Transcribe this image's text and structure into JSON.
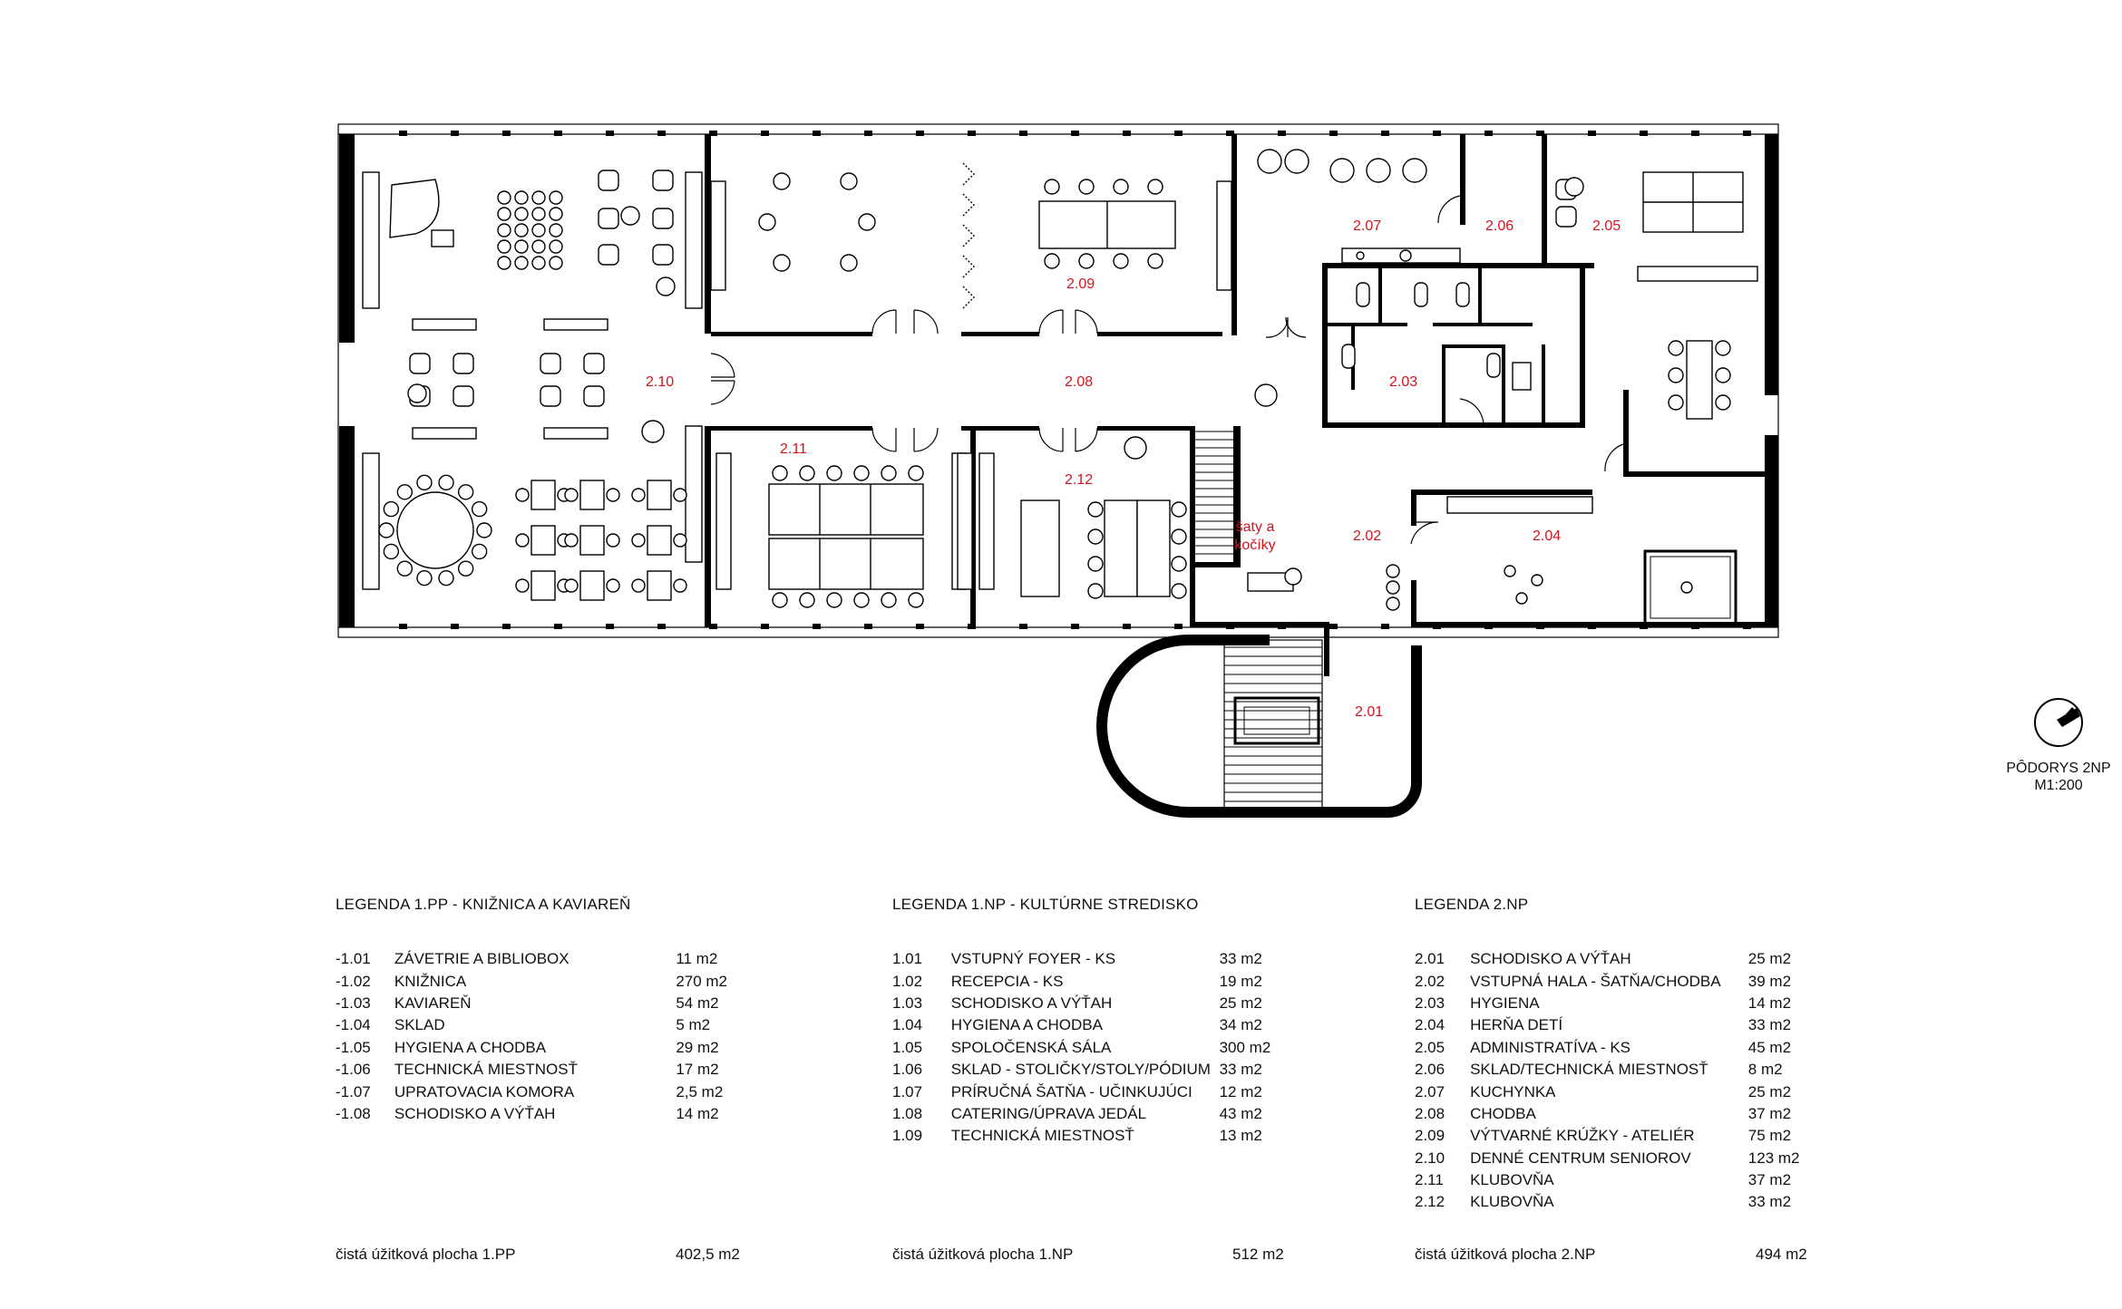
{
  "drawing": {
    "rooms": [
      {
        "id": "2.01"
      },
      {
        "id": "2.02"
      },
      {
        "id": "2.03"
      },
      {
        "id": "2.04"
      },
      {
        "id": "2.05"
      },
      {
        "id": "2.06"
      },
      {
        "id": "2.07"
      },
      {
        "id": "2.08"
      },
      {
        "id": "2.09"
      },
      {
        "id": "2.10"
      },
      {
        "id": "2.11"
      },
      {
        "id": "2.12"
      }
    ],
    "wardrobe_label": [
      "šaty a",
      "kočíky"
    ],
    "room_label_color": "#d4141c",
    "wall_color": "#000000"
  },
  "north_arrow": {
    "title": "PÔDORYS 2NP",
    "scale": "M1:200",
    "icon": "north-arrow-icon"
  },
  "legends": [
    {
      "title": "LEGENDA 1.PP - KNIŽNICA A KAVIAREŇ",
      "rows": [
        {
          "code": "-1.01",
          "name": "ZÁVETRIE A BIBLIOBOX",
          "area": "11 m2"
        },
        {
          "code": "-1.02",
          "name": "KNIŽNICA",
          "area": "270 m2"
        },
        {
          "code": "-1.03",
          "name": "KAVIAREŇ",
          "area": "54 m2"
        },
        {
          "code": "-1.04",
          "name": "SKLAD",
          "area": "5 m2"
        },
        {
          "code": "-1.05",
          "name": "HYGIENA A CHODBA",
          "area": "29 m2"
        },
        {
          "code": "-1.06",
          "name": "TECHNICKÁ MIESTNOSŤ",
          "area": "17 m2"
        },
        {
          "code": "-1.07",
          "name": "UPRATOVACIA KOMORA",
          "area": "2,5 m2"
        },
        {
          "code": "-1.08",
          "name": "SCHODISKO A VÝŤAH",
          "area": "14 m2"
        }
      ],
      "total_label": "čistá úžitková plocha 1.PP",
      "total_value": "402,5 m2"
    },
    {
      "title": "LEGENDA 1.NP - KULTÚRNE STREDISKO",
      "rows": [
        {
          "code": "1.01",
          "name": "VSTUPNÝ FOYER - KS",
          "area": "33 m2"
        },
        {
          "code": "1.02",
          "name": "RECEPCIA - KS",
          "area": "19 m2"
        },
        {
          "code": "1.03",
          "name": "SCHODISKO A VÝŤAH",
          "area": "25 m2"
        },
        {
          "code": "1.04",
          "name": "HYGIENA A CHODBA",
          "area": "34 m2"
        },
        {
          "code": "1.05",
          "name": "SPOLOČENSKÁ SÁLA",
          "area": "300 m2"
        },
        {
          "code": "1.06",
          "name": "SKLAD - STOLIČKY/STOLY/PÓDIUM",
          "area": "33 m2"
        },
        {
          "code": "1.07",
          "name": "PRÍRUČNÁ ŠATŇA - UČINKUJÚCI",
          "area": "12 m2"
        },
        {
          "code": "1.08",
          "name": "CATERING/ÚPRAVA JEDÁL",
          "area": "43 m2"
        },
        {
          "code": "1.09",
          "name": "TECHNICKÁ MIESTNOSŤ",
          "area": "13 m2"
        }
      ],
      "total_label": "čistá úžitková plocha 1.NP",
      "total_value": "512 m2"
    },
    {
      "title": "LEGENDA 2.NP",
      "rows": [
        {
          "code": "2.01",
          "name": "SCHODISKO A VÝŤAH",
          "area": "25 m2"
        },
        {
          "code": "2.02",
          "name": "VSTUPNÁ HALA - ŠATŇA/CHODBA",
          "area": "39 m2"
        },
        {
          "code": "2.03",
          "name": "HYGIENA",
          "area": "14 m2"
        },
        {
          "code": "2.04",
          "name": "HERŇA DETÍ",
          "area": "33 m2"
        },
        {
          "code": "2.05",
          "name": "ADMINISTRATÍVA - KS",
          "area": "45 m2"
        },
        {
          "code": "2.06",
          "name": "SKLAD/TECHNICKÁ MIESTNOSŤ",
          "area": "8 m2"
        },
        {
          "code": "2.07",
          "name": "KUCHYNKA",
          "area": "25 m2"
        },
        {
          "code": "2.08",
          "name": "CHODBA",
          "area": "37 m2"
        },
        {
          "code": "2.09",
          "name": "VÝTVARNÉ KRÚŽKY - ATELIÉR",
          "area": "75 m2"
        },
        {
          "code": "2.10",
          "name": "DENNÉ CENTRUM SENIOROV",
          "area": "123 m2"
        },
        {
          "code": "2.11",
          "name": "KLUBOVŇA",
          "area": "37 m2"
        },
        {
          "code": "2.12",
          "name": "KLUBOVŇA",
          "area": "33 m2"
        }
      ],
      "total_label": "čistá úžitková plocha 2.NP",
      "total_value": "494 m2"
    }
  ]
}
